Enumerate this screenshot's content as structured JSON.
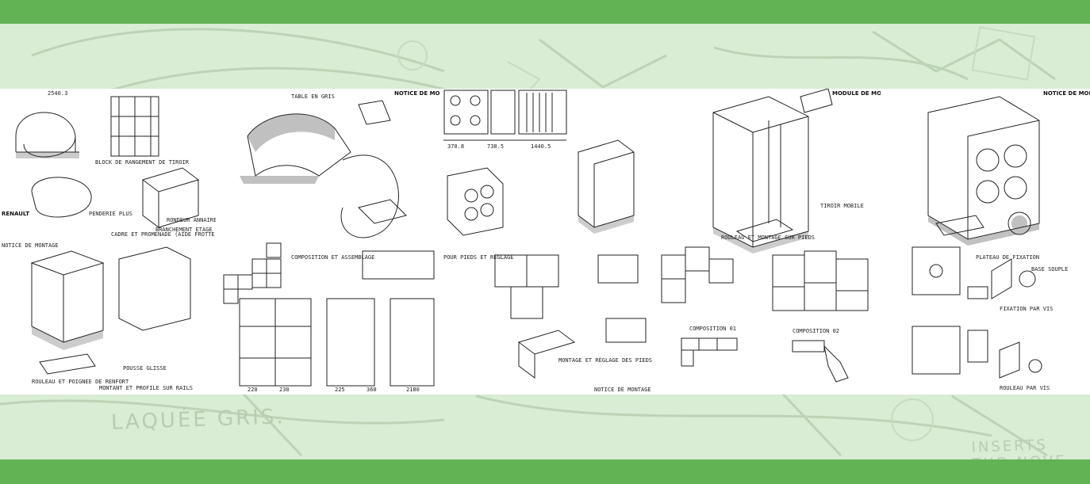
{
  "background_text": {
    "left": "LAQUÉE GRIS.",
    "right": "INSERTS TIID NOVE"
  },
  "sheet_1": {
    "dimension_top": "2540.3",
    "brand": "RENAULT",
    "label_a": "BLOCK DE RANGEMENT DE TIROIR",
    "label_b": "PENDERIE PLUS",
    "label_c": "RONDEUR ANNAIRE",
    "label_d": "CADRE ET PROMENADE (AIDE FROTTE & FRIGIDE)",
    "label_e": "BRANCHEMENT ETAGE ROBUSTESSE",
    "label_f": "NOTICE DE MONTAGE",
    "label_g": "POUSSE GLISSE",
    "label_h": "ROULEAU ET POIGNEE DE RENFORT",
    "label_i": "MONTANT ET PROFILE SUR RAILS"
  },
  "sheet_2": {
    "title": "NOTICE DE MONTAGE",
    "label_a": "TABLE EN GRIS",
    "label_b": "COMPOSITION ET ASSEMBLAGE",
    "dims": [
      "220",
      "230",
      "225",
      "360",
      "2180"
    ],
    "montage": "NOTICE DE MONTAGE"
  },
  "sheet_3": {
    "title": "NOTICE DE MONTAGE",
    "dims": [
      "370.8",
      "738.5",
      "1440.5"
    ],
    "label_a": "POUR PIEDS ET RÉGLAGE",
    "label_b": "MONTAGE ET RÉGLAGE DES PIEDS"
  },
  "sheet_4": {
    "title": "MODULE DE MONTAGE",
    "composition_a": "COMPOSITION 01",
    "composition_b": "COMPOSITION 02",
    "label_a": "TIROIR MOBILE",
    "label_b": "ROULEAU ET MONTAGE SUR PIEDS"
  },
  "sheet_5": {
    "title": "NOTICE DE MONTAGE",
    "label_a": "PLATEAU DE FIXATION",
    "label_b": "BASE SOUPLE",
    "label_c": "FIXATION PAR VIS",
    "label_d": "ROULEAU PAR VIS"
  }
}
